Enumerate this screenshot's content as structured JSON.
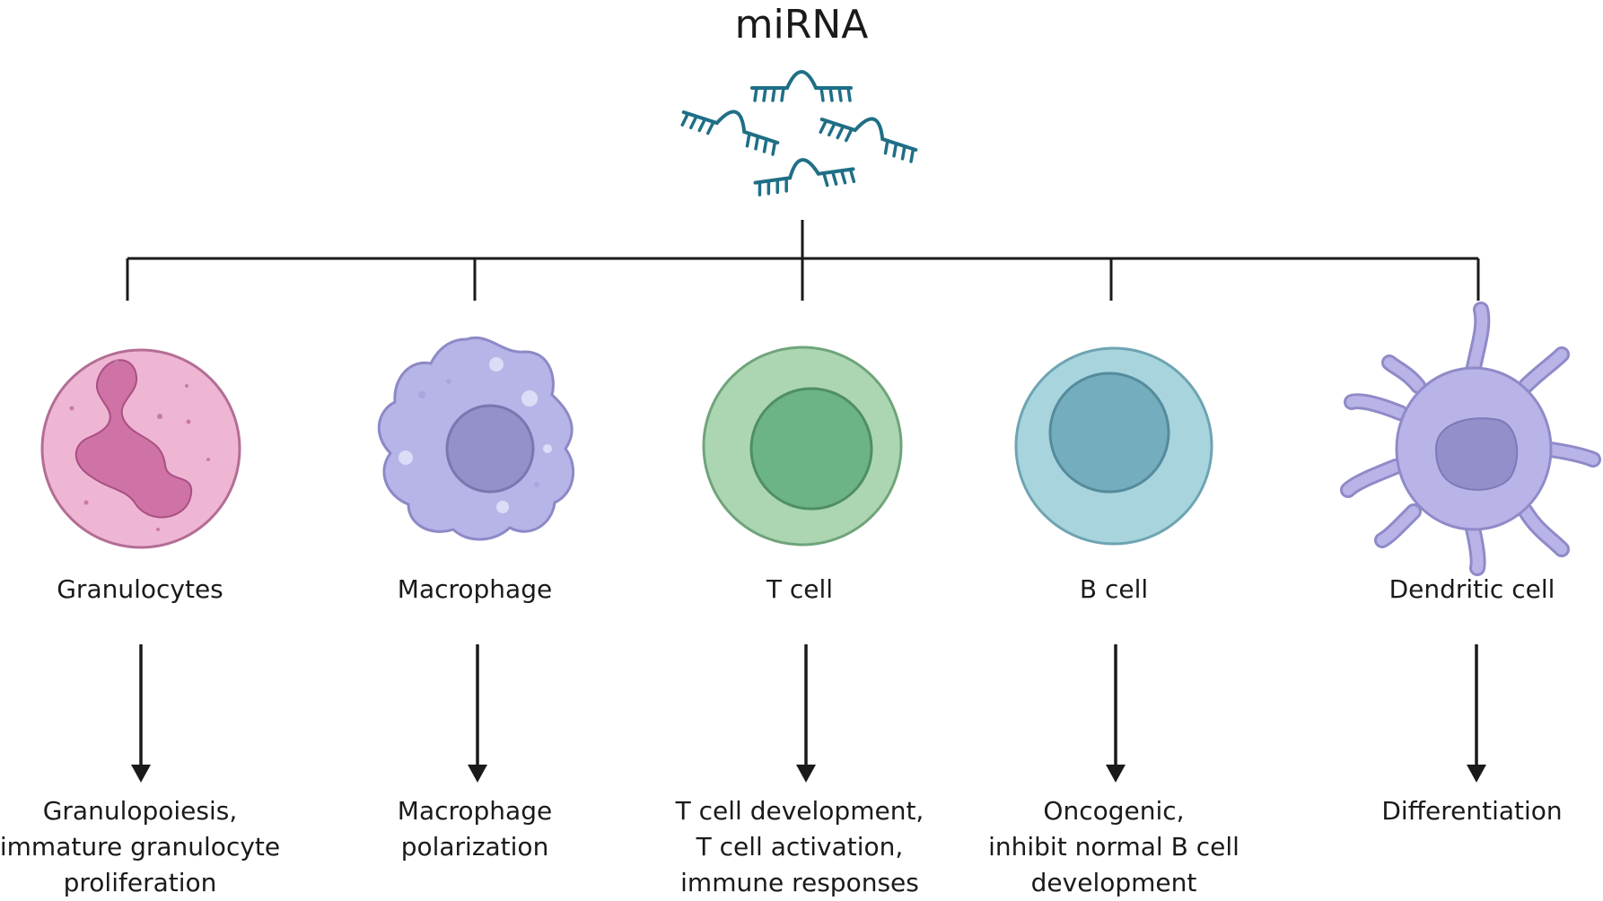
{
  "title": "miRNA",
  "icons": {
    "mirna": "mirna-strands-icon"
  },
  "colors": {
    "mirna": "#1f6f86",
    "granulocyte_fill": "#efb6d3",
    "granulocyte_nucleus": "#cf72a5",
    "macrophage_fill": "#b7b4e8",
    "macrophage_nucleus": "#9491c8",
    "tcell_fill": "#acd6b1",
    "tcell_nucleus": "#6cb385",
    "bcell_fill": "#a7d4dd",
    "bcell_nucleus": "#74adbe",
    "dendritic_fill": "#b9b4e8",
    "dendritic_nucleus": "#938fcb",
    "lines": "#1a1a1a"
  },
  "cells": [
    {
      "id": "granulocytes",
      "label": "Granulocytes",
      "outcome": [
        "Granulopoiesis,",
        "immature granulocyte",
        "proliferation"
      ]
    },
    {
      "id": "macrophage",
      "label": "Macrophage",
      "outcome": [
        "Macrophage",
        "polarization"
      ]
    },
    {
      "id": "t-cell",
      "label": "T cell",
      "outcome": [
        "T cell development,",
        "T cell activation,",
        "immune responses"
      ]
    },
    {
      "id": "b-cell",
      "label": "B cell",
      "outcome": [
        "Oncogenic,",
        "inhibit normal B cell",
        "development"
      ]
    },
    {
      "id": "dendritic-cell",
      "label": "Dendritic cell",
      "outcome": [
        "Differentiation"
      ]
    }
  ]
}
